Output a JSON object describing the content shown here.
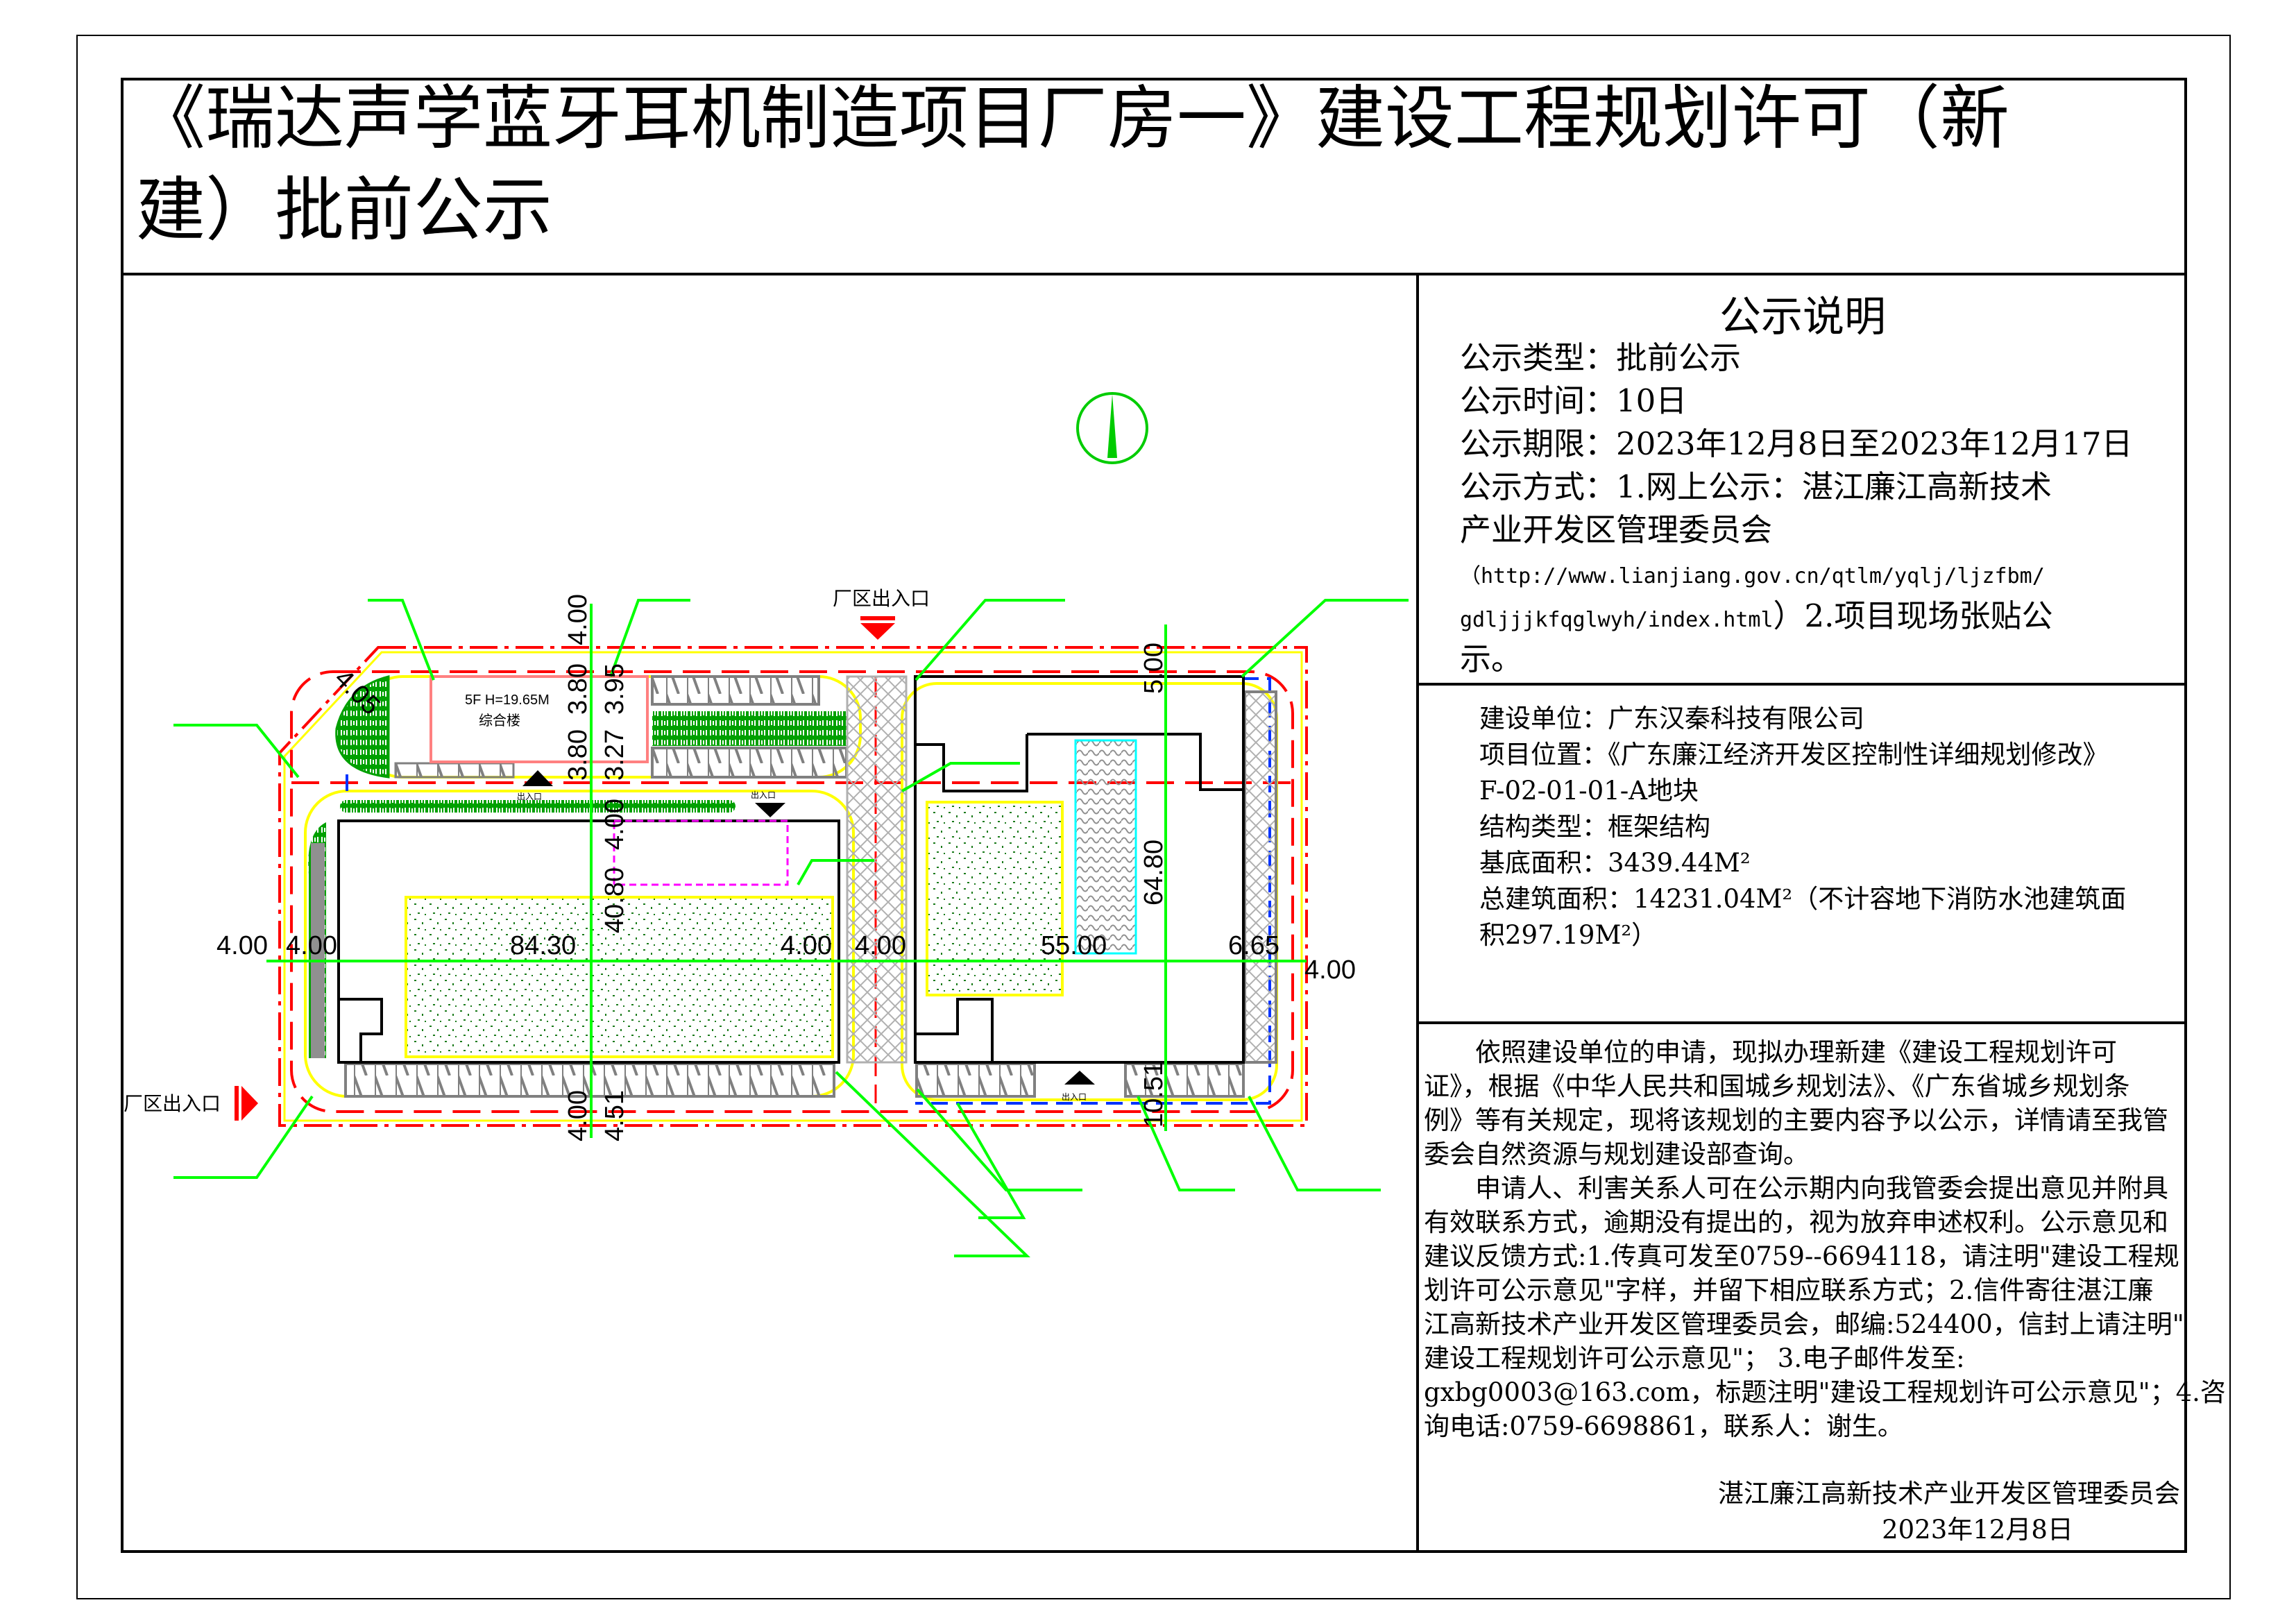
{
  "title": {
    "line1": "《瑞达声学蓝牙耳机制造项目厂房一》建设工程规划许可（新",
    "line2": "建）批前公示"
  },
  "notice": {
    "heading": "公示说明",
    "type_label": "公示类型：",
    "type_value": "批前公示",
    "duration_label": "公示时间：",
    "duration_value": "10日",
    "period_label": "公示期限：",
    "period_value": "2023年12月8日至2023年12月17日",
    "method_label": "公示方式：",
    "method_value_1": "1.网上公示：湛江廉江高新技术",
    "method_value_2": "产业开发区管理委员会",
    "url_part1": "（http://www.lianjiang.gov.cn/qtlm/yqlj/ljzfbm/",
    "url_part2": "gdljjjkfqglwyh/index.html",
    "method_value_3": "）2.项目现场张贴公",
    "method_value_4": "示。"
  },
  "project": {
    "builder": "建设单位：广东汉秦科技有限公司",
    "location_1": "项目位置：《广东廉江经济开发区控制性详细规划修改》",
    "location_2": "F-02-01-01-A地块",
    "structure": "结构类型：框架结构",
    "base_area": "基底面积：3439.44M²",
    "total_area_1": "总建筑面积：14231.04M²（不计容地下消防水池建筑面",
    "total_area_2": "积297.19M²）"
  },
  "statement": {
    "lines": [
      "　　依照建设单位的申请，现拟办理新建《建设工程规划许可",
      "证》，根据《中华人民共和国城乡规划法》、《广东省城乡规划条",
      "例》等有关规定，现将该规划的主要内容予以公示，详情请至我管",
      "委会自然资源与规划建设部查询。",
      "　　申请人、利害关系人可在公示期内向我管委会提出意见并附具",
      "有效联系方式，逾期没有提出的，视为放弃申述权利。公示意见和",
      "建议反馈方式:1.传真可发至0759--6694118，请注明\"建设工程规",
      "划许可公示意见\"字样，并留下相应联系方式；2.信件寄往湛江廉",
      "江高新技术产业开发区管理委员会，邮编:524400，信封上请注明\"",
      "建设工程规划许可公示意见\"； 3.电子邮件发至:",
      "gxbg0003@163.com，标题注明\"建设工程规划许可公示意见\"；4.咨",
      "询电话:0759-6698861，联系人：谢生。"
    ],
    "issuer": "湛江廉江高新技术产业开发区管理委员会",
    "date": "2023年12月8日"
  },
  "site_plan": {
    "entrance_top": "厂区出入口",
    "entrance_left": "厂区出入口",
    "office_building_height": "5F H=19.65M",
    "office_building_name": "综合楼",
    "gate_label": "出入口",
    "dimensions": {
      "d_top": "4.00",
      "d_380a": "3.80",
      "d_380b": "3.80",
      "d_327": "3.27",
      "d_395": "3.95",
      "d_400v": "4.00",
      "d_405": "4.05",
      "d_left": "4.00",
      "d_left2": "4.00",
      "d_8430": "84.30",
      "d_4080": "40.80",
      "d_mid1": "4.00",
      "d_mid2": "4.00",
      "d_5500": "55.00",
      "d_6480": "64.80",
      "d_500": "5.00",
      "d_665": "6.65",
      "d_right": "4.00",
      "d_bot1": "4.00",
      "d_bot2": "4.51",
      "d_1051": "10.51"
    },
    "colors": {
      "boundary": "#ff0000",
      "road_edge": "#ffff00",
      "leader": "#00ff00",
      "greenery": "#00a000",
      "parking": "#808080",
      "setback": "#0033ff",
      "office_outline": "#ff8080",
      "underground": "#ff00ff"
    }
  }
}
